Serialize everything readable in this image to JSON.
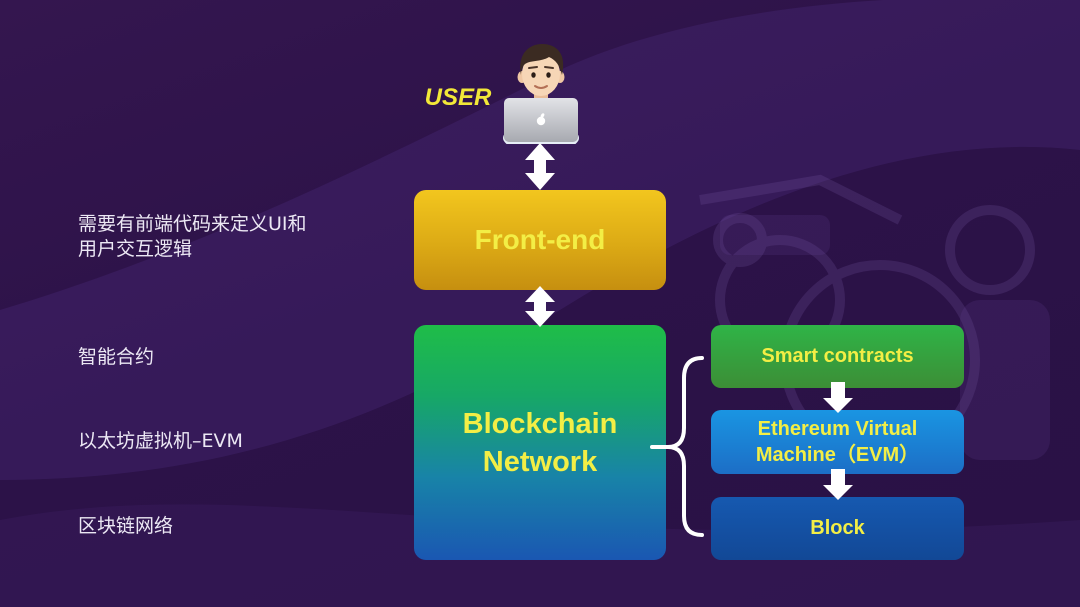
{
  "user": {
    "label": "USER",
    "avatar_icon": "man-technologist-emoji"
  },
  "front_end": {
    "label": "Front-end"
  },
  "blockchain": {
    "lines": [
      "Blockchain",
      "Network"
    ]
  },
  "stack": {
    "smart_contracts": {
      "label": "Smart contracts"
    },
    "evm": {
      "lines": [
        "Ethereum Virtual",
        "Machine（EVM）"
      ]
    },
    "block": {
      "label": "Block"
    }
  },
  "notes": {
    "front_end": [
      "需要有前端代码来定义UI和",
      "用户交互逻辑"
    ],
    "smart_contracts": "智能合约",
    "evm": "以太坊虚拟机–EVM",
    "network": "区块链网络"
  },
  "colors": {
    "background": "#2c1248",
    "label_yellow": "#f3ee45",
    "user_yellow": "#f2e838",
    "front_end_box": "#dcaa15",
    "blockchain_box_top": "#1fbd48",
    "blockchain_box_bottom": "#1a57b2",
    "smart_contracts_box": "#35a13f",
    "evm_box": "#1b82d4",
    "block_box": "#1450a3",
    "arrow": "#ffffff"
  }
}
